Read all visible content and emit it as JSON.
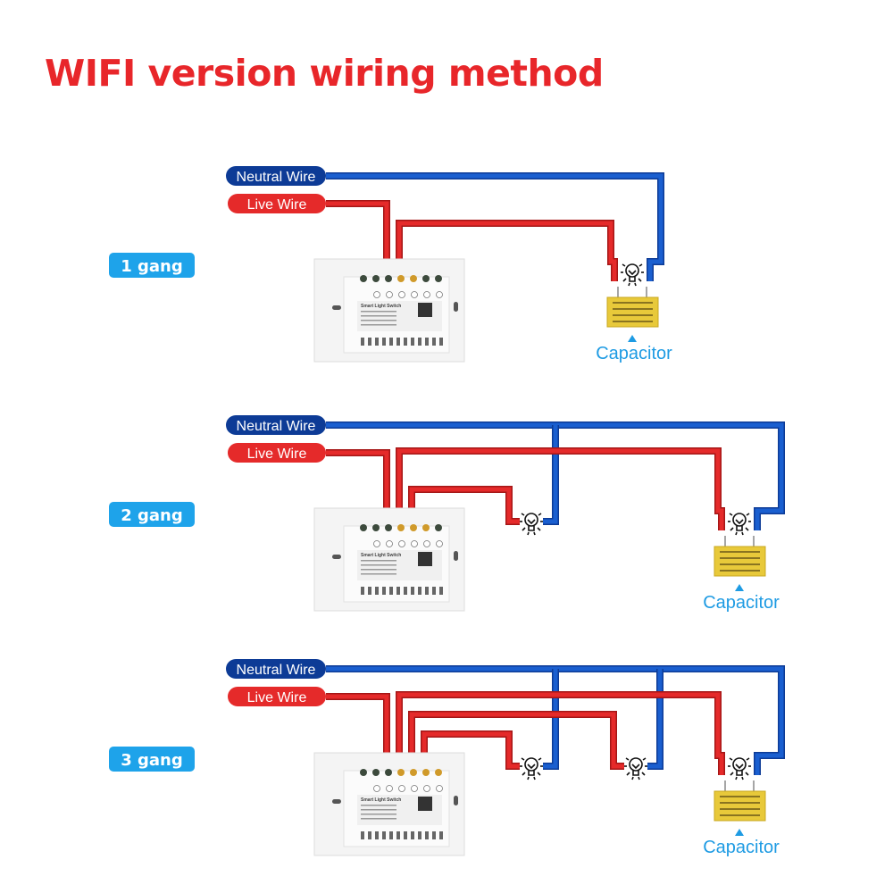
{
  "title": "WIFI version wiring method",
  "colors": {
    "title": "#e8262a",
    "neutral": "#1a5fd0",
    "neutral_label": "#0d3b96",
    "live": "#e52a2a",
    "gang_label": "#1ea3ea",
    "capacitor": "#e8c93a",
    "capacitor_text": "#1e9be3"
  },
  "diagrams": [
    {
      "gang_label": "1 gang",
      "neutral_label": "Neutral Wire",
      "live_label": "Live Wire",
      "capacitor_label": "Capacitor",
      "module_label": "Smart Light Switch"
    },
    {
      "gang_label": "2 gang",
      "neutral_label": "Neutral Wire",
      "live_label": "Live Wire",
      "capacitor_label": "Capacitor",
      "module_label": "Smart Light Switch"
    },
    {
      "gang_label": "3 gang",
      "neutral_label": "Neutral Wire",
      "live_label": "Live Wire",
      "capacitor_label": "Capacitor",
      "module_label": "Smart Light Switch"
    }
  ]
}
